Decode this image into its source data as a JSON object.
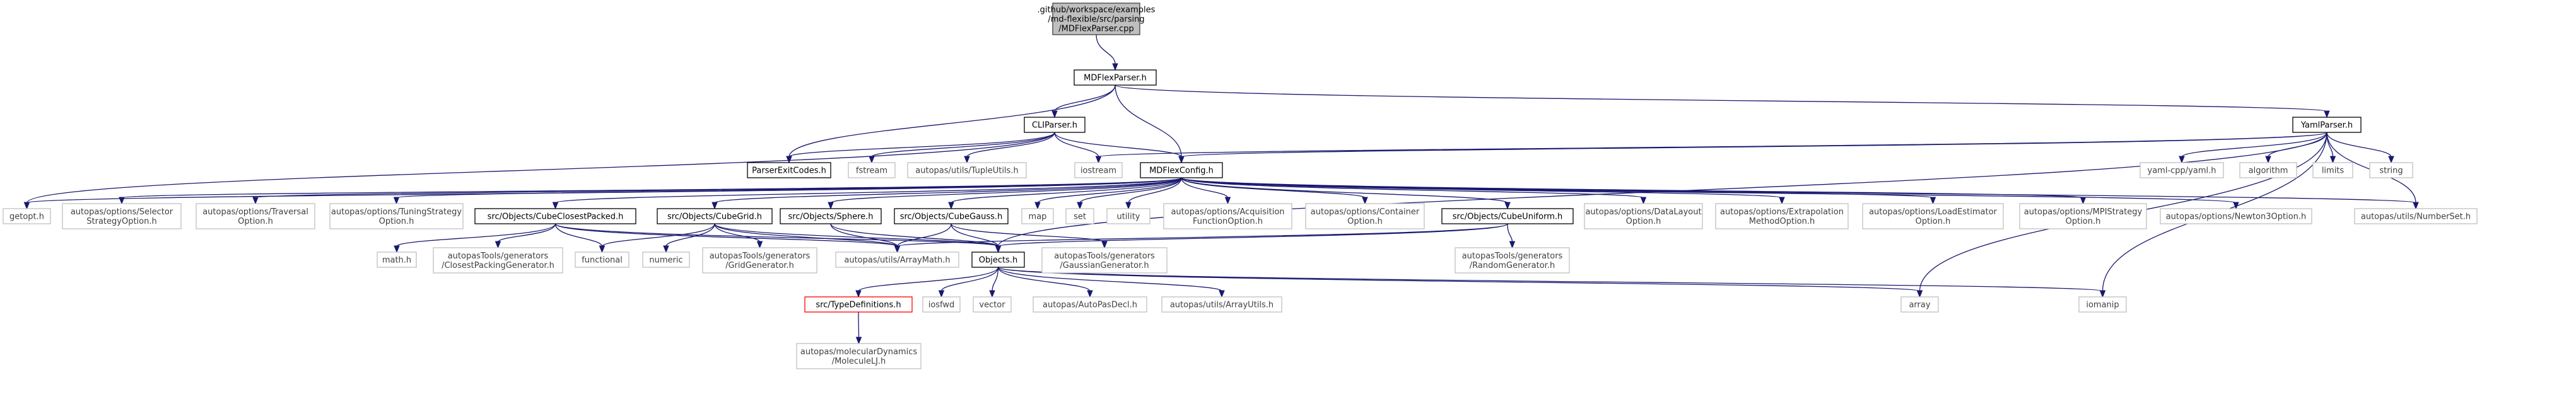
{
  "colors": {
    "edge": "#191970",
    "normal_border": "#000000",
    "normal_fill": "#ffffff",
    "external_border": "#bfbfbf",
    "external_text": "#404040",
    "root_fill": "#bfbfbf",
    "root_border": "#404040",
    "missing_border": "#ff0000"
  },
  "nodes": {
    "root": {
      "lines": [
        ".github/workspace/examples",
        "/md-flexible/src/parsing",
        "/MDFlexParser.cpp"
      ],
      "kind": "root"
    },
    "mdflexparser_h": {
      "lines": [
        "MDFlexParser.h"
      ],
      "kind": "normal"
    },
    "cliparser_h": {
      "lines": [
        "CLIParser.h"
      ],
      "kind": "normal"
    },
    "yamlparser_h": {
      "lines": [
        "YamlParser.h"
      ],
      "kind": "normal"
    },
    "parserexitcodes_h": {
      "lines": [
        "ParserExitCodes.h"
      ],
      "kind": "normal"
    },
    "fstream": {
      "lines": [
        "fstream"
      ],
      "kind": "external"
    },
    "tupleutils_h": {
      "lines": [
        "autopas/utils/TupleUtils.h"
      ],
      "kind": "external"
    },
    "iostream": {
      "lines": [
        "iostream"
      ],
      "kind": "external"
    },
    "mdflexconfig_h": {
      "lines": [
        "MDFlexConfig.h"
      ],
      "kind": "normal"
    },
    "yamlcpp_h": {
      "lines": [
        "yaml-cpp/yaml.h"
      ],
      "kind": "external"
    },
    "algorithm": {
      "lines": [
        "algorithm"
      ],
      "kind": "external"
    },
    "limits": {
      "lines": [
        "limits"
      ],
      "kind": "external"
    },
    "string": {
      "lines": [
        "string"
      ],
      "kind": "external"
    },
    "getopt_h": {
      "lines": [
        "getopt.h"
      ],
      "kind": "external"
    },
    "selector_opt": {
      "lines": [
        "autopas/options/Selector",
        "StrategyOption.h"
      ],
      "kind": "external"
    },
    "traversal_opt": {
      "lines": [
        "autopas/options/Traversal",
        "Option.h"
      ],
      "kind": "external"
    },
    "tuning_opt": {
      "lines": [
        "autopas/options/TuningStrategy",
        "Option.h"
      ],
      "kind": "external"
    },
    "cube_closest": {
      "lines": [
        "src/Objects/CubeClosestPacked.h"
      ],
      "kind": "normal"
    },
    "cube_grid": {
      "lines": [
        "src/Objects/CubeGrid.h"
      ],
      "kind": "normal"
    },
    "sphere_h": {
      "lines": [
        "src/Objects/Sphere.h"
      ],
      "kind": "normal"
    },
    "cube_gauss": {
      "lines": [
        "src/Objects/CubeGauss.h"
      ],
      "kind": "normal"
    },
    "map": {
      "lines": [
        "map"
      ],
      "kind": "external"
    },
    "set": {
      "lines": [
        "set"
      ],
      "kind": "external"
    },
    "utility": {
      "lines": [
        "utility"
      ],
      "kind": "external"
    },
    "acq_opt": {
      "lines": [
        "autopas/options/Acquisition",
        "FunctionOption.h"
      ],
      "kind": "external"
    },
    "container_opt": {
      "lines": [
        "autopas/options/Container",
        "Option.h"
      ],
      "kind": "external"
    },
    "cube_uniform": {
      "lines": [
        "src/Objects/CubeUniform.h"
      ],
      "kind": "normal"
    },
    "datalayout_opt": {
      "lines": [
        "autopas/options/DataLayout",
        "Option.h"
      ],
      "kind": "external"
    },
    "extrap_opt": {
      "lines": [
        "autopas/options/Extrapolation",
        "MethodOption.h"
      ],
      "kind": "external"
    },
    "loadest_opt": {
      "lines": [
        "autopas/options/LoadEstimator",
        "Option.h"
      ],
      "kind": "external"
    },
    "mpi_opt": {
      "lines": [
        "autopas/options/MPIStrategy",
        "Option.h"
      ],
      "kind": "external"
    },
    "newton_opt": {
      "lines": [
        "autopas/options/Newton3Option.h"
      ],
      "kind": "external"
    },
    "numberset_h": {
      "lines": [
        "autopas/utils/NumberSet.h"
      ],
      "kind": "external"
    },
    "math_h": {
      "lines": [
        "math.h"
      ],
      "kind": "external"
    },
    "closest_gen": {
      "lines": [
        "autopasTools/generators",
        "/ClosestPackingGenerator.h"
      ],
      "kind": "external"
    },
    "functional": {
      "lines": [
        "functional"
      ],
      "kind": "external"
    },
    "numeric": {
      "lines": [
        "numeric"
      ],
      "kind": "external"
    },
    "grid_gen": {
      "lines": [
        "autopasTools/generators",
        "/GridGenerator.h"
      ],
      "kind": "external"
    },
    "arraymath_h": {
      "lines": [
        "autopas/utils/ArrayMath.h"
      ],
      "kind": "external"
    },
    "objects_h": {
      "lines": [
        "Objects.h"
      ],
      "kind": "normal"
    },
    "gauss_gen": {
      "lines": [
        "autopasTools/generators",
        "/GaussianGenerator.h"
      ],
      "kind": "external"
    },
    "random_gen": {
      "lines": [
        "autopasTools/generators",
        "/RandomGenerator.h"
      ],
      "kind": "external"
    },
    "typedefs_h": {
      "lines": [
        "src/TypeDefinitions.h"
      ],
      "kind": "missing"
    },
    "iosfwd": {
      "lines": [
        "iosfwd"
      ],
      "kind": "external"
    },
    "vector": {
      "lines": [
        "vector"
      ],
      "kind": "external"
    },
    "autopasdecl_h": {
      "lines": [
        "autopas/AutoPasDecl.h"
      ],
      "kind": "external"
    },
    "arrayutils_h": {
      "lines": [
        "autopas/utils/ArrayUtils.h"
      ],
      "kind": "external"
    },
    "array": {
      "lines": [
        "array"
      ],
      "kind": "external"
    },
    "iomanip": {
      "lines": [
        "iomanip"
      ],
      "kind": "external"
    },
    "moleculelj_h": {
      "lines": [
        "autopas/molecularDynamics",
        "/MoleculeLJ.h"
      ],
      "kind": "external"
    }
  }
}
